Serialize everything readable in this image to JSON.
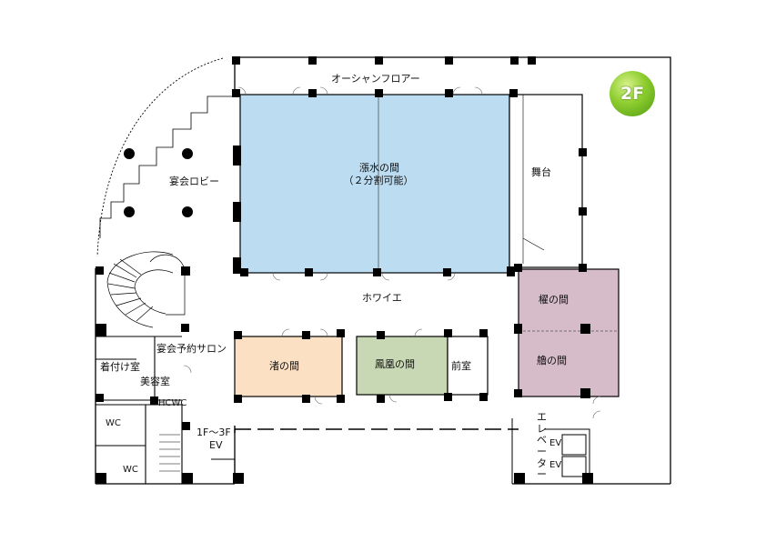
{
  "floor_badge": "2F",
  "colors": {
    "main_hall": "#bcdcf2",
    "nagisa": "#fbe0c4",
    "hoo": "#c8d8b4",
    "right_rooms": "#d5bcc8",
    "badge": "#7cc224"
  },
  "labels": {
    "ocean_floor": "オーシャンフロアー",
    "main_hall_name": "漲水の間",
    "main_hall_note": "（２分割可能）",
    "stage": "舞台",
    "lobby": "宴会ロビー",
    "foyer": "ホワイエ",
    "reservation": "宴会予約サロン",
    "nagisa": "渚の間",
    "hoo": "鳳凰の間",
    "anteroom": "前室",
    "room_a": "櫂の間",
    "room_b": "艪の間",
    "dressing": "着付け室",
    "beauty": "美容室",
    "hcwc": "HCWC",
    "wc1": "WC",
    "wc2": "WC",
    "ev_floors": "1F～3F",
    "ev_short": "EV",
    "elevator": "エレベーター",
    "ev1": "EV",
    "ev2": "EV"
  }
}
